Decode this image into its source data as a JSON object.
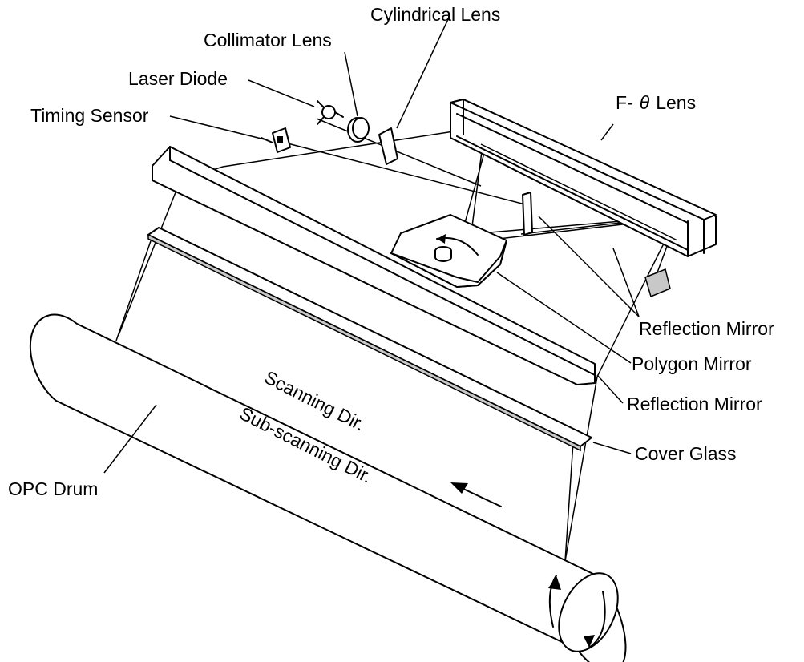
{
  "labels": {
    "cylindrical_lens": "Cylindrical Lens",
    "collimator_lens": "Collimator Lens",
    "laser_diode": "Laser Diode",
    "timing_sensor": "Timing Sensor",
    "f_theta_prefix": "F-",
    "f_theta_symbol": "θ",
    "f_theta_suffix": "Lens",
    "reflection_mirror_upper": "Reflection Mirror",
    "polygon_mirror": "Polygon Mirror",
    "reflection_mirror_lower": "Reflection Mirror",
    "cover_glass": "Cover Glass",
    "scanning_dir": "Scanning Dir.",
    "sub_scanning_dir": "Sub-scanning Dir.",
    "opc_drum": "OPC Drum"
  }
}
